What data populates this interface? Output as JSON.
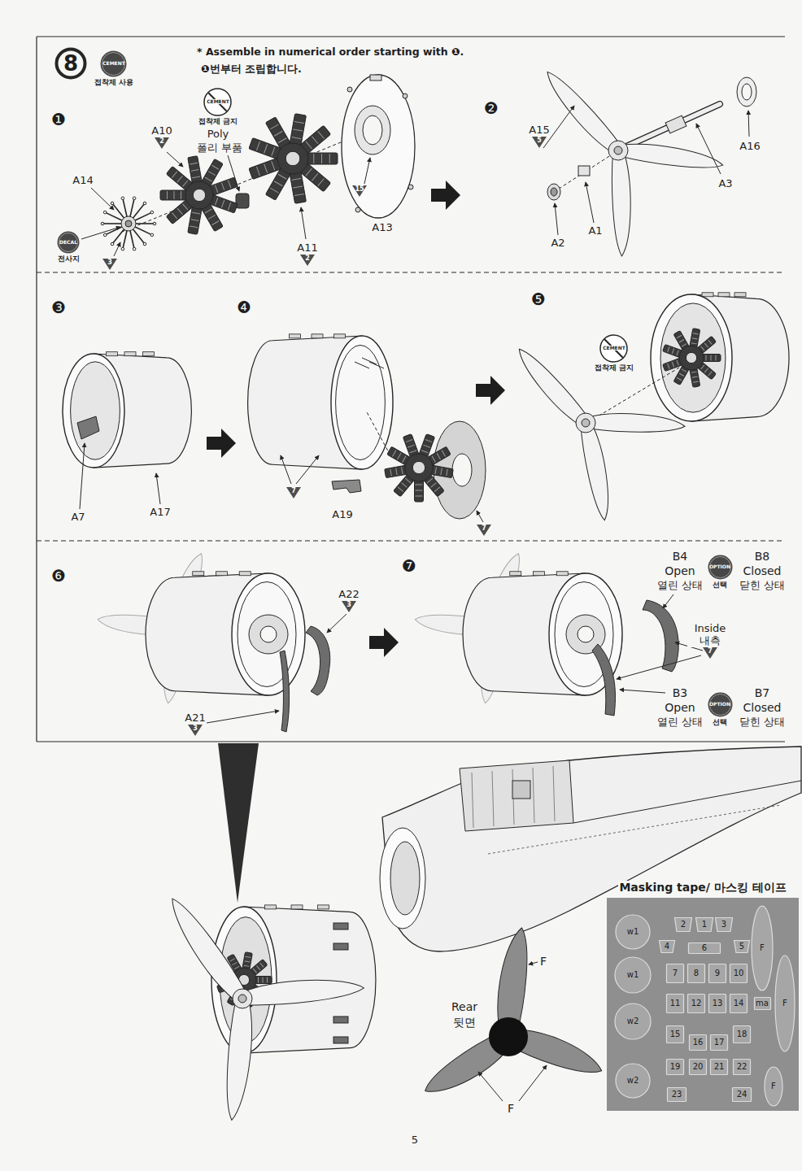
{
  "diagram": {
    "nodes": [
      {
        "text": [
          "8"
        ]
      },
      {
        "text": [
          "CEMENT",
          "접착제 사용"
        ]
      },
      {
        "text": [
          "CEMENT",
          "접착제 금지"
        ]
      },
      {
        "text": [
          "A10",
          "2"
        ]
      },
      {
        "text": [
          "DECAL",
          "전사지"
        ]
      },
      {
        "text": [
          "3"
        ]
      },
      {
        "text": [
          "A11",
          "2"
        ]
      },
      {
        "text": [
          "15"
        ]
      },
      {
        "text": [
          "A15",
          "5"
        ]
      },
      {
        "text": [
          "7"
        ]
      },
      {
        "text": [
          "7"
        ]
      },
      {
        "text": [
          "CEMENT",
          "접착제 금지"
        ]
      },
      {
        "text": [
          "A22",
          "3"
        ]
      },
      {
        "text": [
          "A21",
          "3"
        ]
      },
      {
        "text": [
          "OPTION",
          "선택"
        ]
      },
      {
        "text": [
          "Inside 내측",
          "7"
        ]
      },
      {
        "text": [
          "OPTION",
          "선택"
        ]
      },
      {
        "text": [
          "Masking tape/ 마스킹 테이프"
        ]
      },
      {
        "text": [
          "w1"
        ],
        "in": 17
      },
      {
        "text": [
          "2"
        ],
        "in": 17
      },
      {
        "text": [
          "1"
        ],
        "in": 17
      },
      {
        "text": [
          "3"
        ],
        "in": 17
      },
      {
        "text": [
          "4"
        ],
        "in": 17
      },
      {
        "text": [
          "6"
        ],
        "in": 17
      },
      {
        "text": [
          "5"
        ],
        "in": 17
      },
      {
        "text": [
          "F"
        ],
        "in": 17
      },
      {
        "text": [
          "w1"
        ],
        "in": 17
      },
      {
        "text": [
          "7"
        ],
        "in": 17
      },
      {
        "text": [
          "8"
        ],
        "in": 17
      },
      {
        "text": [
          "9"
        ],
        "in": 17
      },
      {
        "text": [
          "10"
        ],
        "in": 17
      },
      {
        "text": [
          "11"
        ],
        "in": 17
      },
      {
        "text": [
          "12"
        ],
        "in": 17
      },
      {
        "text": [
          "13"
        ],
        "in": 17
      },
      {
        "text": [
          "14"
        ],
        "in": 17
      },
      {
        "text": [
          "ma"
        ],
        "in": 17
      },
      {
        "text": [
          "F"
        ],
        "in": 17
      },
      {
        "text": [
          "w2"
        ],
        "in": 17
      },
      {
        "text": [
          "15"
        ],
        "in": 17
      },
      {
        "text": [
          "16"
        ],
        "in": 17
      },
      {
        "text": [
          "17"
        ],
        "in": 17
      },
      {
        "text": [
          "18"
        ],
        "in": 17
      },
      {
        "text": [
          "w2"
        ],
        "in": 17
      },
      {
        "text": [
          "19"
        ],
        "in": 17
      },
      {
        "text": [
          "20"
        ],
        "in": 17
      },
      {
        "text": [
          "21"
        ],
        "in": 17
      },
      {
        "text": [
          "22"
        ],
        "in": 17
      },
      {
        "text": [
          "F"
        ],
        "in": 17
      },
      {
        "text": [
          "23"
        ],
        "in": 17
      },
      {
        "text": [
          "24"
        ],
        "in": 17
      }
    ],
    "labels": [
      "* Assemble in numerical order starting with ❶.",
      "❶번부터 조립합니다.",
      "❶",
      "Poly",
      "폴리 부품",
      "A14",
      "A13",
      "❷",
      "A16",
      "A3",
      "A2",
      "A1",
      "❸",
      "❹",
      "A7",
      "A17",
      "A19",
      "❺",
      "❻",
      "❼",
      "B4",
      "Open",
      "열린 상태",
      "B8",
      "Closed",
      "닫힌 상태",
      "B3",
      "Open",
      "열린 상태",
      "B7",
      "Closed",
      "닫힌 상태",
      "Rear",
      "뒷면",
      "F",
      "F",
      "5"
    ]
  }
}
